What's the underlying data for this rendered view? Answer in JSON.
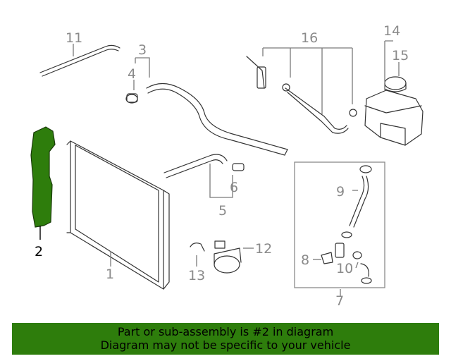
{
  "diagram": {
    "callouts": {
      "c1": "1",
      "c2": "2",
      "c3": "3",
      "c4": "4",
      "c5": "5",
      "c6": "6",
      "c7": "7",
      "c8": "8",
      "c9": "9",
      "c10": "10",
      "c11": "11",
      "c12": "12",
      "c13": "13",
      "c14": "14",
      "c15": "15",
      "c16": "16"
    },
    "highlighted_part": "2",
    "highlight_color": "#2e7d0c"
  },
  "footer": {
    "line1": "Part or sub-assembly is #2 in diagram",
    "line2": "Diagram may not be specific to your vehicle"
  }
}
